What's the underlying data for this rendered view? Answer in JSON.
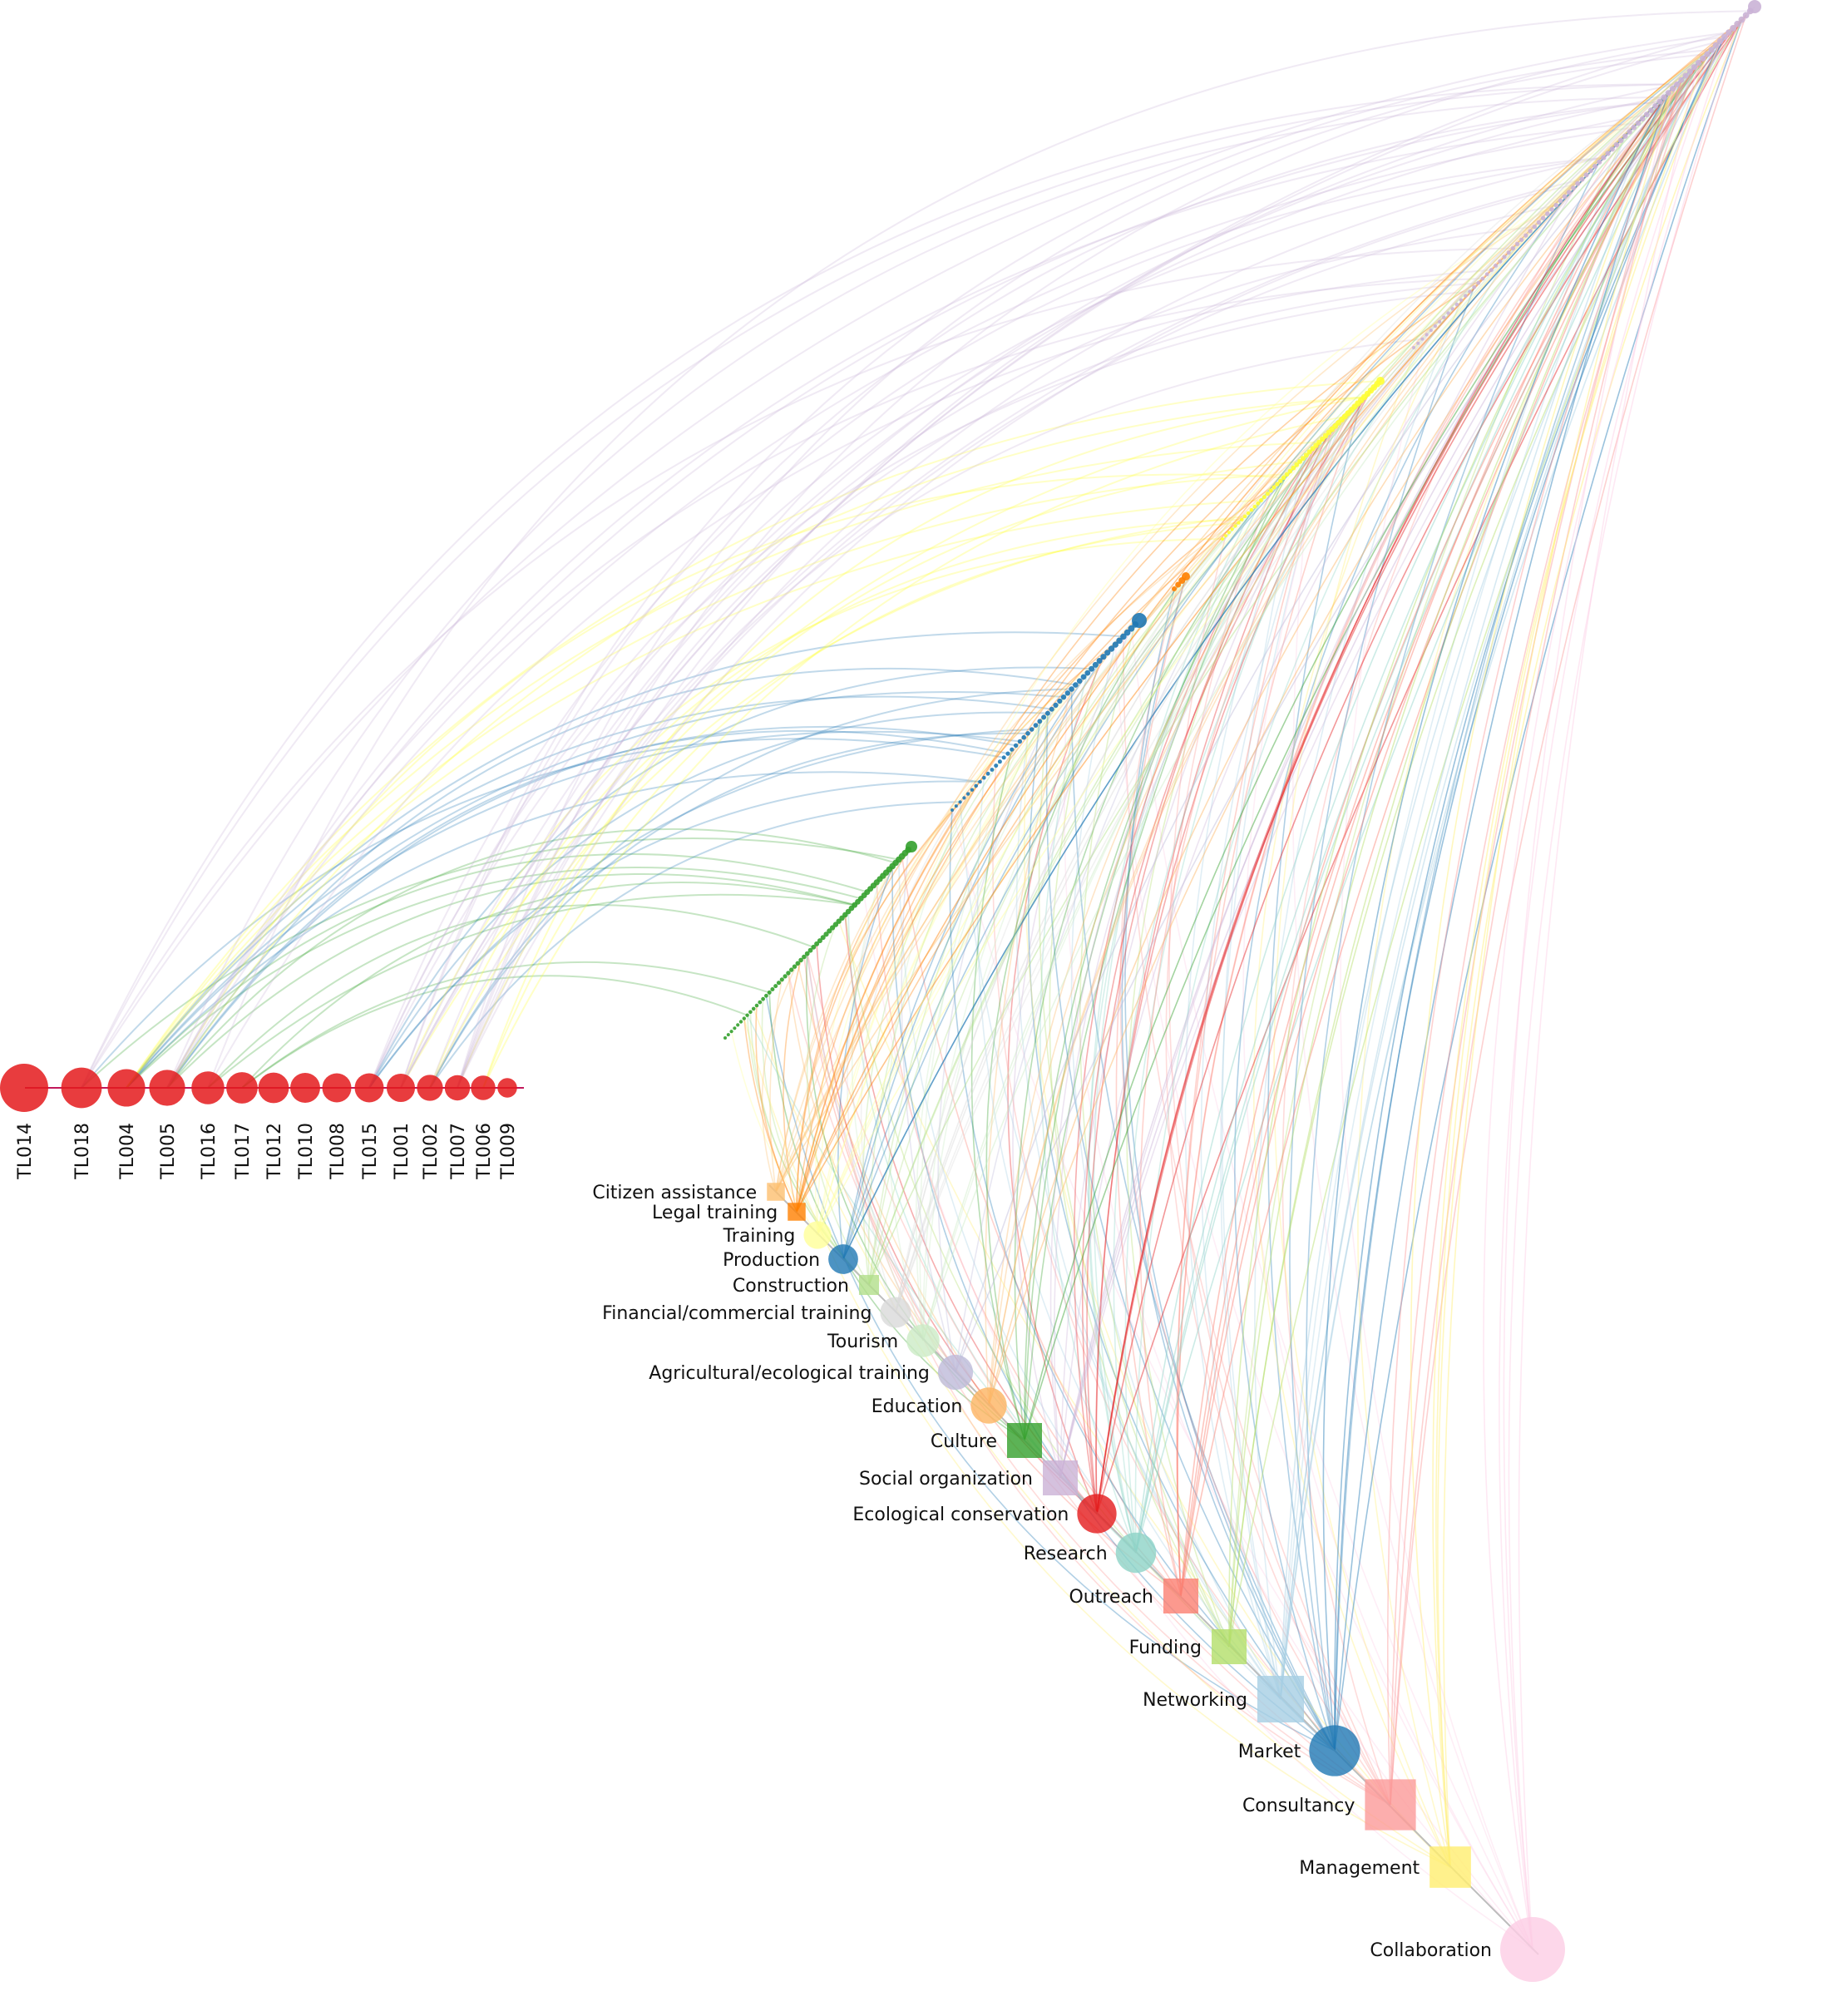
{
  "tl_axis": {
    "color": "#e41a1c",
    "nodes": [
      {
        "label": "TL014",
        "weight": 1.0
      },
      {
        "label": "TL018",
        "weight": 0.8
      },
      {
        "label": "TL004",
        "weight": 0.72
      },
      {
        "label": "TL005",
        "weight": 0.68
      },
      {
        "label": "TL016",
        "weight": 0.6
      },
      {
        "label": "TL017",
        "weight": 0.56
      },
      {
        "label": "TL012",
        "weight": 0.54
      },
      {
        "label": "TL010",
        "weight": 0.52
      },
      {
        "label": "TL008",
        "weight": 0.5
      },
      {
        "label": "TL015",
        "weight": 0.5
      },
      {
        "label": "TL001",
        "weight": 0.48
      },
      {
        "label": "TL002",
        "weight": 0.42
      },
      {
        "label": "TL007",
        "weight": 0.4
      },
      {
        "label": "TL006",
        "weight": 0.38
      },
      {
        "label": "TL009",
        "weight": 0.25
      }
    ]
  },
  "category_axis": {
    "nodes": [
      {
        "label": "Citizen assistance",
        "shape": "square",
        "color": "#fdbf6f",
        "weight": 0.18
      },
      {
        "label": "Legal training",
        "shape": "square",
        "color": "#ff7f00",
        "weight": 0.18
      },
      {
        "label": "Training",
        "shape": "circle",
        "color": "#ffff99",
        "weight": 0.3
      },
      {
        "label": "Production",
        "shape": "circle",
        "color": "#1f78b4",
        "weight": 0.34
      },
      {
        "label": "Construction",
        "shape": "square",
        "color": "#b2df8a",
        "weight": 0.22
      },
      {
        "label": "Financial/commercial training",
        "shape": "circle",
        "color": "#d9d9d9",
        "weight": 0.36
      },
      {
        "label": "Tourism",
        "shape": "circle",
        "color": "#ccebc5",
        "weight": 0.4
      },
      {
        "label": "Agricultural/ecological training",
        "shape": "circle",
        "color": "#bebada",
        "weight": 0.44
      },
      {
        "label": "Education",
        "shape": "circle",
        "color": "#fdb462",
        "weight": 0.46
      },
      {
        "label": "Culture",
        "shape": "square",
        "color": "#33a02c",
        "weight": 0.5
      },
      {
        "label": "Social organization",
        "shape": "square",
        "color": "#cab2d6",
        "weight": 0.5
      },
      {
        "label": "Ecological conservation",
        "shape": "circle",
        "color": "#e41a1c",
        "weight": 0.52
      },
      {
        "label": "Research",
        "shape": "circle",
        "color": "#8dd3c7",
        "weight": 0.54
      },
      {
        "label": "Outreach",
        "shape": "square",
        "color": "#fb8072",
        "weight": 0.5
      },
      {
        "label": "Funding",
        "shape": "square",
        "color": "#b3de69",
        "weight": 0.5
      },
      {
        "label": "Networking",
        "shape": "square",
        "color": "#a6cee3",
        "weight": 0.72
      },
      {
        "label": "Market",
        "shape": "circle",
        "color": "#1f78b4",
        "weight": 0.74
      },
      {
        "label": "Consultancy",
        "shape": "square",
        "color": "#fb9a99",
        "weight": 0.8
      },
      {
        "label": "Management",
        "shape": "square",
        "color": "#ffed6f",
        "weight": 0.62
      },
      {
        "label": "Collaboration",
        "shape": "circle",
        "color": "#fccde5",
        "weight": 1.0
      }
    ]
  },
  "clusters": [
    {
      "color": "#33a02c",
      "count": 60
    },
    {
      "color": "#1f78b4",
      "count": 48
    },
    {
      "color": "#ff7f00",
      "count": 4
    },
    {
      "color": "#ffff33",
      "count": 50
    },
    {
      "color": "#cab2d6",
      "count": 80
    }
  ]
}
